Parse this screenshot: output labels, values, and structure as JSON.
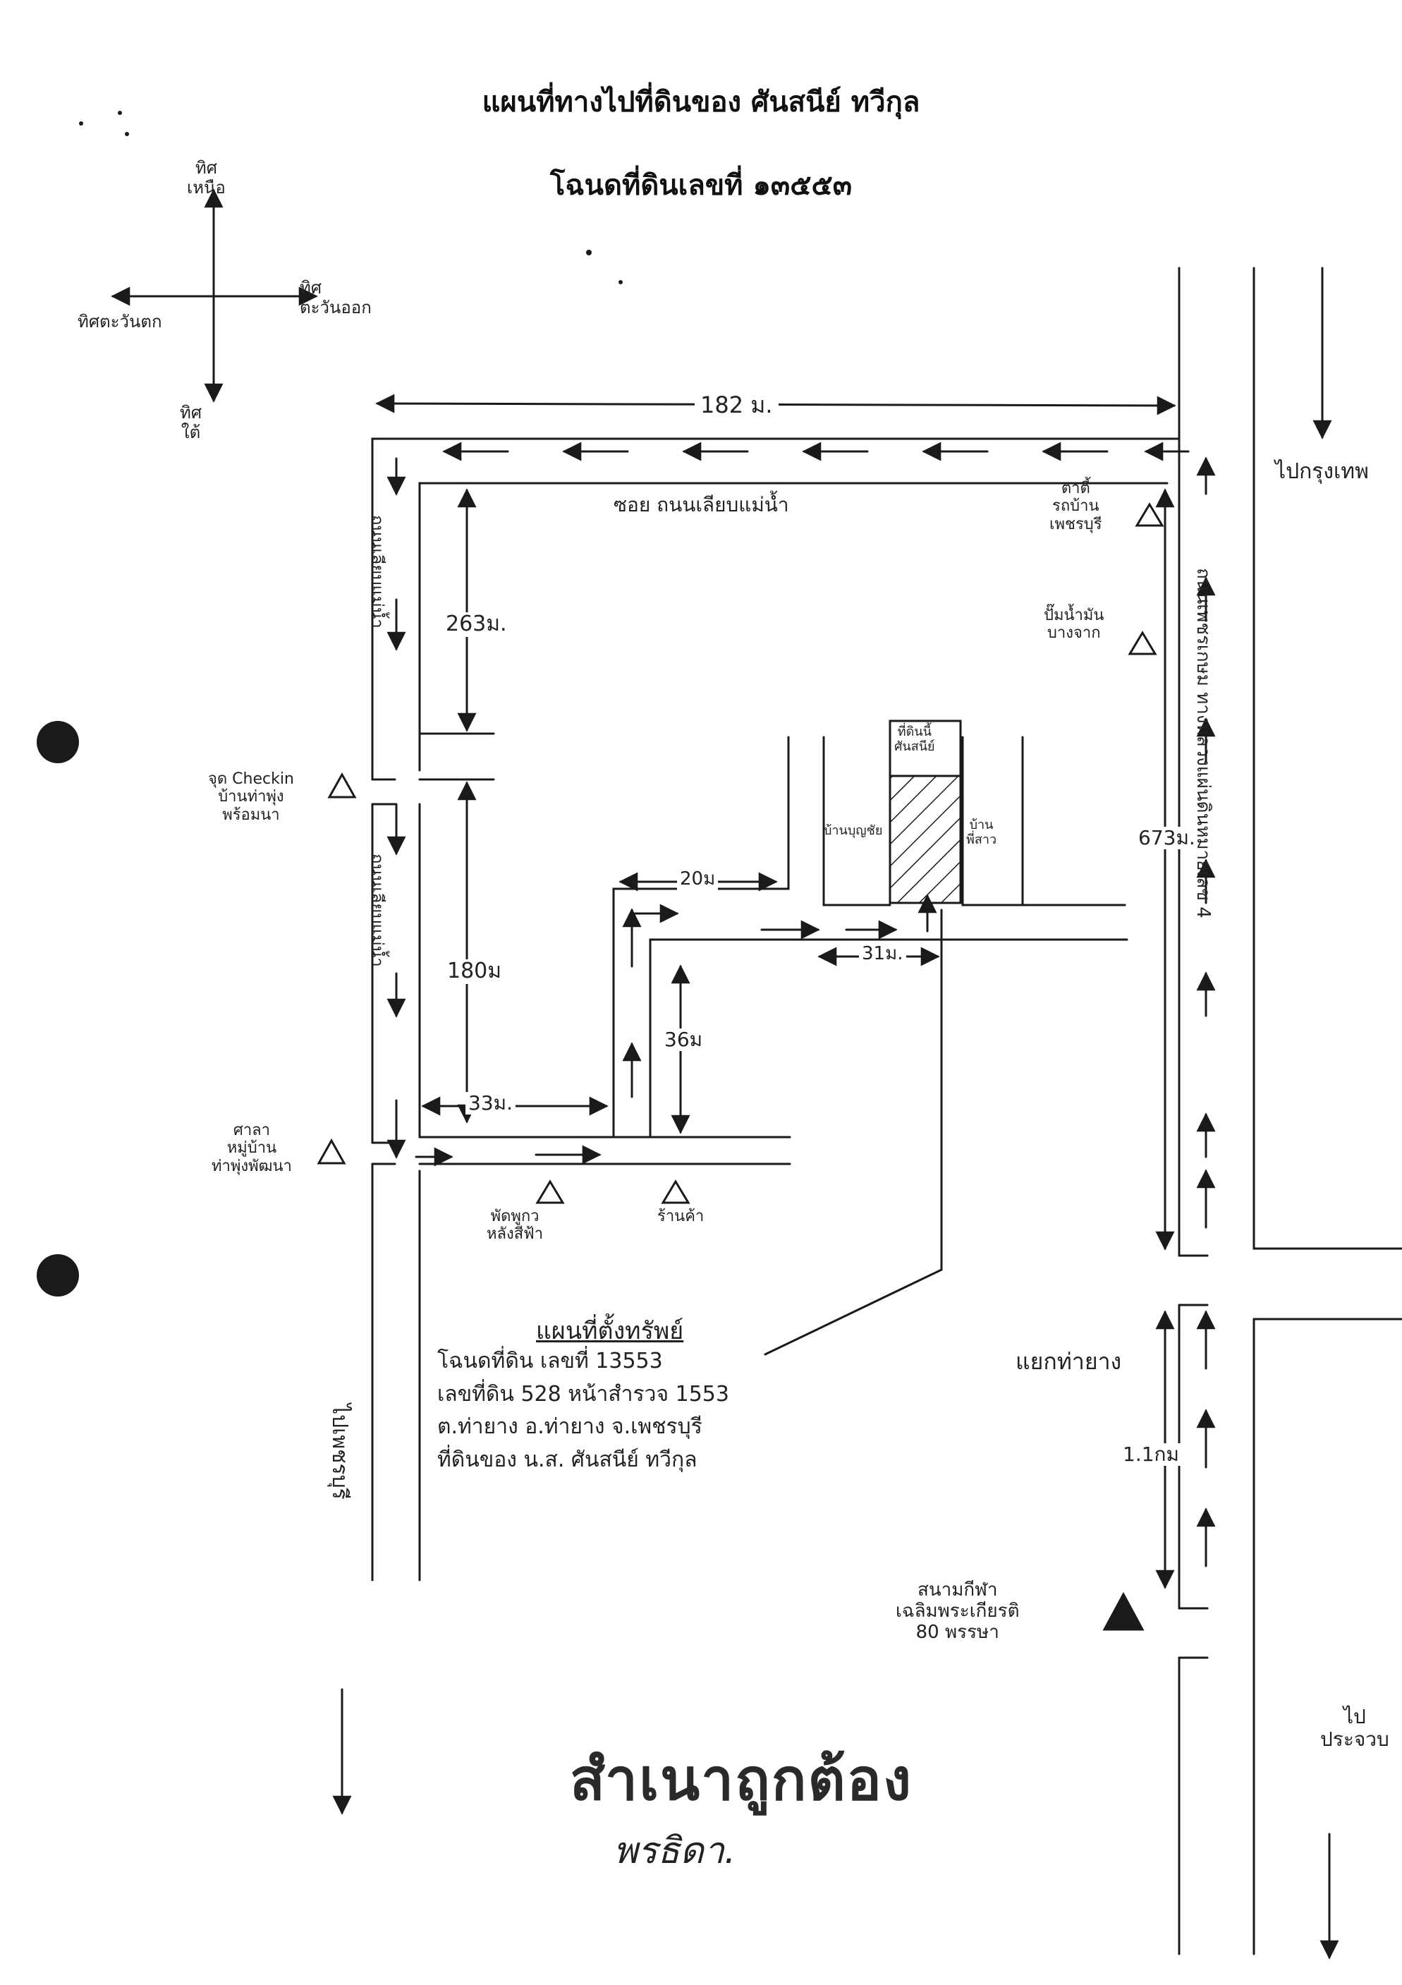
{
  "title": "แผนที่ทางไปที่ดินของ ศันสนีย์ ทวีกุล",
  "subtitle": "โฉนดที่ดินเลขที่ ๑๓๕๕๓",
  "compass": {
    "north": "ทิศ\nเหนือ",
    "south": "ทิศ\nใต้",
    "west": "ทิศตะวันตก",
    "east": "ทิศ\nตะวันออก"
  },
  "roads": {
    "river_road": "ซอย ถนนเลียบแม่น้ำ",
    "to_bangkok": "ไปกรุงเทพ",
    "to_prachuap": "ไป\nประจวบ",
    "main_highway": "ถนนเพชรเกษม ทางหลวงแผ่นดินหมายเลข 4",
    "left_road_north": "ถนนเลียบแม่น้ำ",
    "left_road_middle": "ถนนเลียบแม่น้ำ",
    "left_road_south": "ไปเพชรบุรี",
    "intersection": "แยกท่ายาง"
  },
  "distances": {
    "top_width": "182 ม.",
    "upper_left": "263ม.",
    "middle_left": "180ม",
    "bottom_left": "33ม.",
    "inner_vertical": "36ม",
    "inner_horizontal": "20ม",
    "to_parcel": "31ม.",
    "right_side": "673ม.",
    "to_junction": "1.1กม"
  },
  "landmarks": {
    "top_right": "ตาตี้\nรถบ้าน\nเพชรบุรี",
    "gas_station": "ปั๊มน้ำมัน\nบางจาก",
    "left_upper": "จุด Checkin\nบ้านท่าพุ่ง\nพร้อมนา",
    "left_lower": "ศาลา\nหมู่บ้าน\nท่าพุ่งพัฒนา",
    "stall": "พัดพูกว\nหลังสีฟ้า",
    "shop": "ร้านค้า",
    "stadium": "สนามกีฬา\nเฉลิมพระเกียรติ\n80 พรรษา"
  },
  "parcel": {
    "label": "ที่ดินนี้\nศันสนีย์",
    "house_left": "บ้านบุญชัย",
    "house_right": "บ้าน\nพี่สาว"
  },
  "note": {
    "heading": "แผนที่ตั้งทรัพย์",
    "lines": [
      "โฉนดที่ดิน เลขที่ 13553",
      "เลขที่ดิน 528 หน้าสำรวจ 1553",
      "ต.ท่ายาง อ.ท่ายาง จ.เพชรบุรี",
      "ที่ดินของ น.ส. ศันสนีย์ ทวีกุล"
    ]
  },
  "stamp": {
    "certified": "สำเนาถูกต้อง",
    "signature": "พรธิดา."
  },
  "colors": {
    "ink": "#1a1a1a",
    "paper": "#ffffff"
  }
}
